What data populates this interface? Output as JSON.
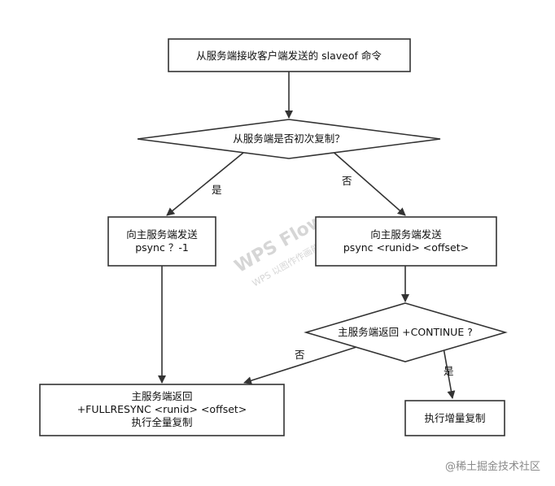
{
  "nodes": {
    "receive_slaveof": {
      "lines": [
        "从服务端接收客户端发送的 slaveof 命令"
      ]
    },
    "is_first_replication": {
      "lines": [
        "从服务端是否初次复制？"
      ]
    },
    "send_psync_full": {
      "lines": [
        "向主服务端发送",
        "psync ？-1"
      ]
    },
    "send_psync_partial": {
      "lines": [
        "向主服务端发送",
        "psync <runid> <offset>"
      ]
    },
    "master_returns_continue": {
      "lines": [
        "主服务端返回 +CONTINUE ?"
      ]
    },
    "full_resync": {
      "lines": [
        "主服务端返回",
        "+FULLRESYNC <runid> <offset>",
        "执行全量复制"
      ]
    },
    "partial_resync": {
      "lines": [
        "执行增量复制"
      ]
    }
  },
  "edges": {
    "first_yes": "是",
    "first_no": "否",
    "continue_no": "否",
    "continue_yes": "是"
  },
  "watermark": {
    "title": "WPS Flow",
    "subtitle": "WPS 以图作作画能力"
  },
  "footer": {
    "credit": "@稀土掘金技术社区"
  }
}
